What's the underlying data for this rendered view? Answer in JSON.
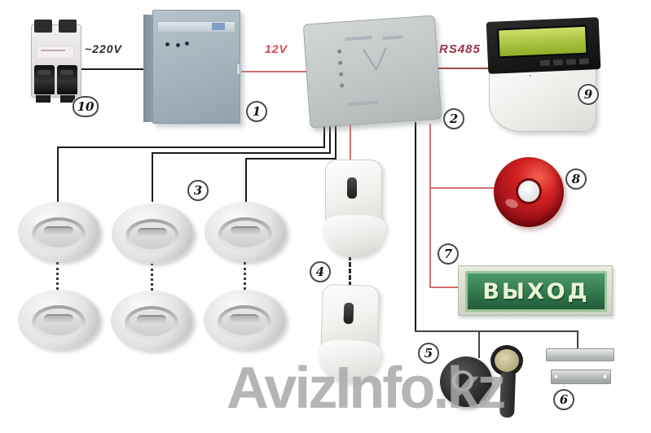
{
  "badges": {
    "psu": "1",
    "panel": "2",
    "smoke": "3",
    "pir": "4",
    "reader": "5",
    "contact": "6",
    "exit_sign": "7",
    "siren": "8",
    "keypad": "9",
    "breaker": "10"
  },
  "wire_labels": {
    "mains": "~220V",
    "dc": "12V",
    "bus": "RS485"
  },
  "exit_sign": {
    "text": "ВЫХОД"
  },
  "watermark": {
    "text": "AvizInfo.kz"
  },
  "colors": {
    "wire_black": "#1c1c1c",
    "wire_red": "#cf7070",
    "bus_red": "#9c4a4a",
    "lcd_green": "#a9c23f",
    "siren_red": "#b51420",
    "sign_green": "#2c6e47",
    "watermark_gray": "#a9a9a9"
  }
}
